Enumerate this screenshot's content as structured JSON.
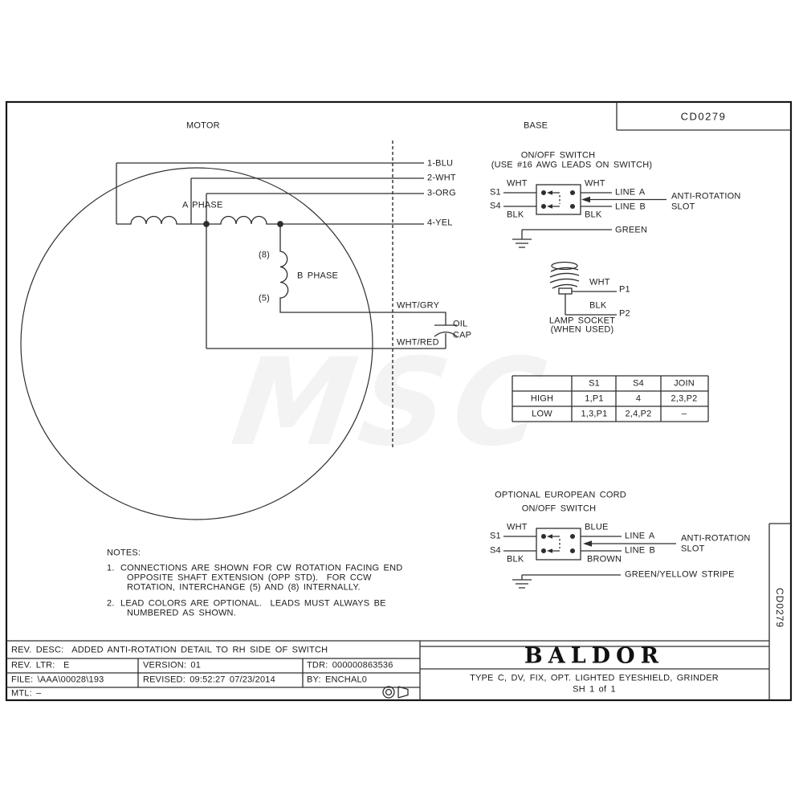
{
  "drawing": {
    "number": "CD0279",
    "motor_label": "MOTOR",
    "base_label": "BASE",
    "watermark": "MSC"
  },
  "motor": {
    "a_phase": "A PHASE",
    "b_phase": "B PHASE",
    "tap_8": "(8)",
    "tap_5": "(5)",
    "leads": [
      "1-BLU",
      "2-WHT",
      "3-ORG",
      "4-YEL"
    ],
    "wht_gry": "WHT/GRY",
    "wht_red": "WHT/RED",
    "oil": "OIL",
    "cap": "CAP"
  },
  "switch1": {
    "title1": "ON/OFF SWITCH",
    "title2": "(USE #16 AWG LEADS ON SWITCH)",
    "s1": "S1",
    "s4": "S4",
    "wht_left": "WHT",
    "blk_left": "BLK",
    "wht_right": "WHT",
    "blk_right": "BLK",
    "line_a": "LINE A",
    "line_b": "LINE B",
    "anti_rotation": "ANTI-ROTATION",
    "slot": "SLOT",
    "ground": "GREEN"
  },
  "lamp": {
    "wht": "WHT",
    "p1": "P1",
    "blk": "BLK",
    "p2": "P2",
    "caption1": "LAMP SOCKET",
    "caption2": "(WHEN USED)"
  },
  "speed_table": {
    "headers": [
      "S1",
      "S4",
      "JOIN"
    ],
    "rows": [
      [
        "HIGH",
        "1,P1",
        "4",
        "2,3,P2"
      ],
      [
        "LOW",
        "1,3,P1",
        "2,4,P2",
        "–"
      ]
    ]
  },
  "switch2": {
    "title1": "OPTIONAL EUROPEAN CORD",
    "title2": "ON/OFF SWITCH",
    "s1": "S1",
    "s4": "S4",
    "wht": "WHT",
    "blk": "BLK",
    "blue": "BLUE",
    "brown": "BROWN",
    "line_a": "LINE A",
    "line_b": "LINE B",
    "anti_rotation": "ANTI-ROTATION",
    "slot": "SLOT",
    "ground": "GREEN/YELLOW STRIPE"
  },
  "notes": {
    "heading": "NOTES:",
    "n1_num": "1.",
    "n1_l1": "CONNECTIONS ARE SHOWN FOR CW ROTATION FACING END",
    "n1_l2": "OPPOSITE SHAFT EXTENSION (OPP STD).  FOR CCW",
    "n1_l3": "ROTATION, INTERCHANGE (5) AND (8) INTERNALLY.",
    "n2_num": "2.",
    "n2_l1": "LEAD COLORS ARE OPTIONAL.  LEADS MUST ALWAYS BE",
    "n2_l2": "NUMBERED AS SHOWN."
  },
  "title_block": {
    "rev_desc": "REV. DESC:  ADDED ANTI-ROTATION DETAIL TO RH SIDE OF SWITCH",
    "rev_ltr": "REV. LTR:  E",
    "version": "VERSION: 01",
    "tdr": "TDR: 000000863536",
    "file": "FILE: \\AAA\\00028\\193",
    "revised": "REVISED: 09:52:27 07/23/2014",
    "by": "BY: ENCHAL0",
    "mtl": "MTL: –",
    "brand": "BALDOR",
    "type_line": "TYPE C, DV, FIX, OPT. LIGHTED EYESHIELD, GRINDER",
    "sheet": "SH 1 of 1",
    "side_number": "CD0279"
  }
}
